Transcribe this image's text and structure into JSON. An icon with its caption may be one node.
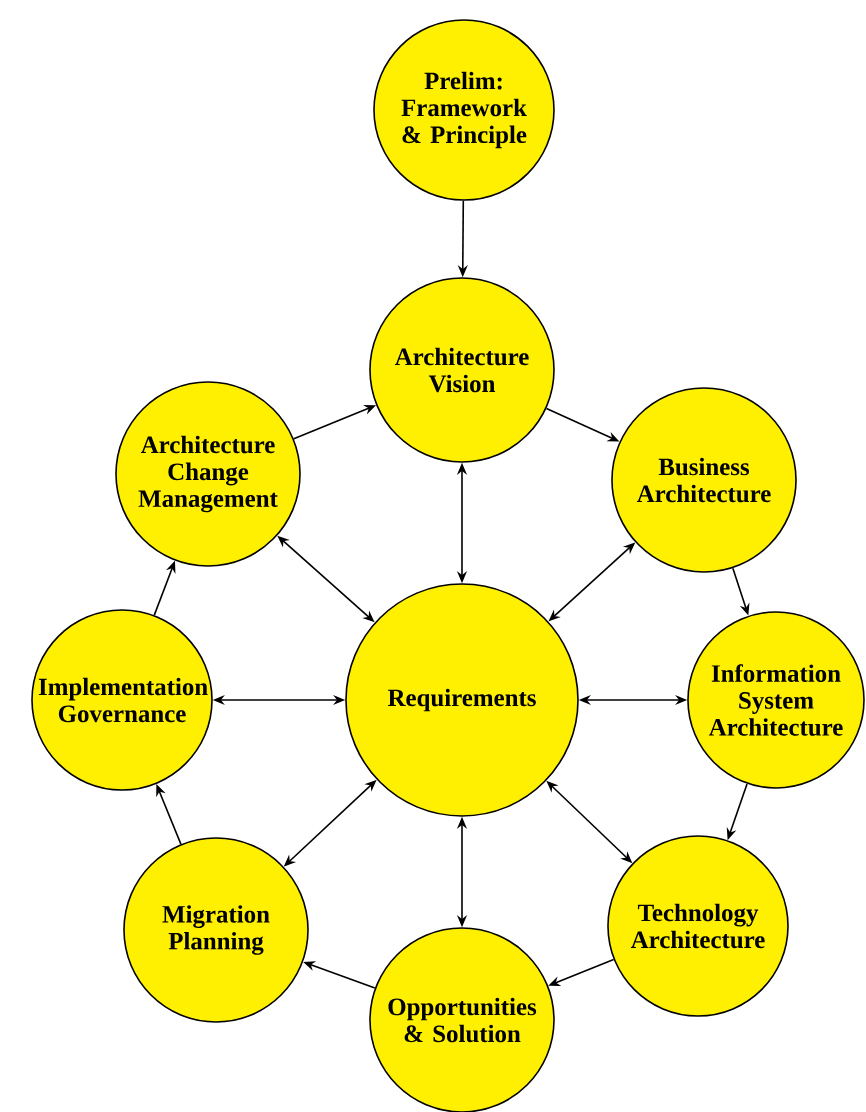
{
  "diagram": {
    "nodes": [
      {
        "text": [
          "Prelim: Framework & Principle"
        ]
      },
      {
        "text": [
          "Architecture Vision"
        ]
      },
      {
        "text": [
          "Business Architecture"
        ]
      },
      {
        "text": [
          "Information System Architecture"
        ]
      },
      {
        "text": [
          "Technology Architecture"
        ]
      },
      {
        "text": [
          "Opportunities & Solution"
        ]
      },
      {
        "text": [
          "Migration Planning"
        ]
      },
      {
        "text": [
          "Implementation Governance"
        ]
      },
      {
        "text": [
          "Architecture Change Management"
        ]
      },
      {
        "text": [
          "Requirements"
        ]
      }
    ],
    "edges": [
      {
        "from": 0,
        "to": 1,
        "arrow": "to"
      },
      {
        "from": 1,
        "to": 2,
        "arrow": "to"
      },
      {
        "from": 2,
        "to": 3,
        "arrow": "to"
      },
      {
        "from": 3,
        "to": 4,
        "arrow": "to"
      },
      {
        "from": 4,
        "to": 5,
        "arrow": "to"
      },
      {
        "from": 5,
        "to": 6,
        "arrow": "to"
      },
      {
        "from": 6,
        "to": 7,
        "arrow": "to"
      },
      {
        "from": 7,
        "to": 8,
        "arrow": "to"
      },
      {
        "from": 8,
        "to": 1,
        "arrow": "to"
      },
      {
        "from": 9,
        "to": 1,
        "arrow": "both"
      },
      {
        "from": 9,
        "to": 2,
        "arrow": "both"
      },
      {
        "from": 9,
        "to": 3,
        "arrow": "both"
      },
      {
        "from": 9,
        "to": 4,
        "arrow": "both"
      },
      {
        "from": 9,
        "to": 5,
        "arrow": "both"
      },
      {
        "from": 9,
        "to": 6,
        "arrow": "both"
      },
      {
        "from": 9,
        "to": 7,
        "arrow": "both"
      },
      {
        "from": 9,
        "to": 8,
        "arrow": "both"
      }
    ]
  }
}
